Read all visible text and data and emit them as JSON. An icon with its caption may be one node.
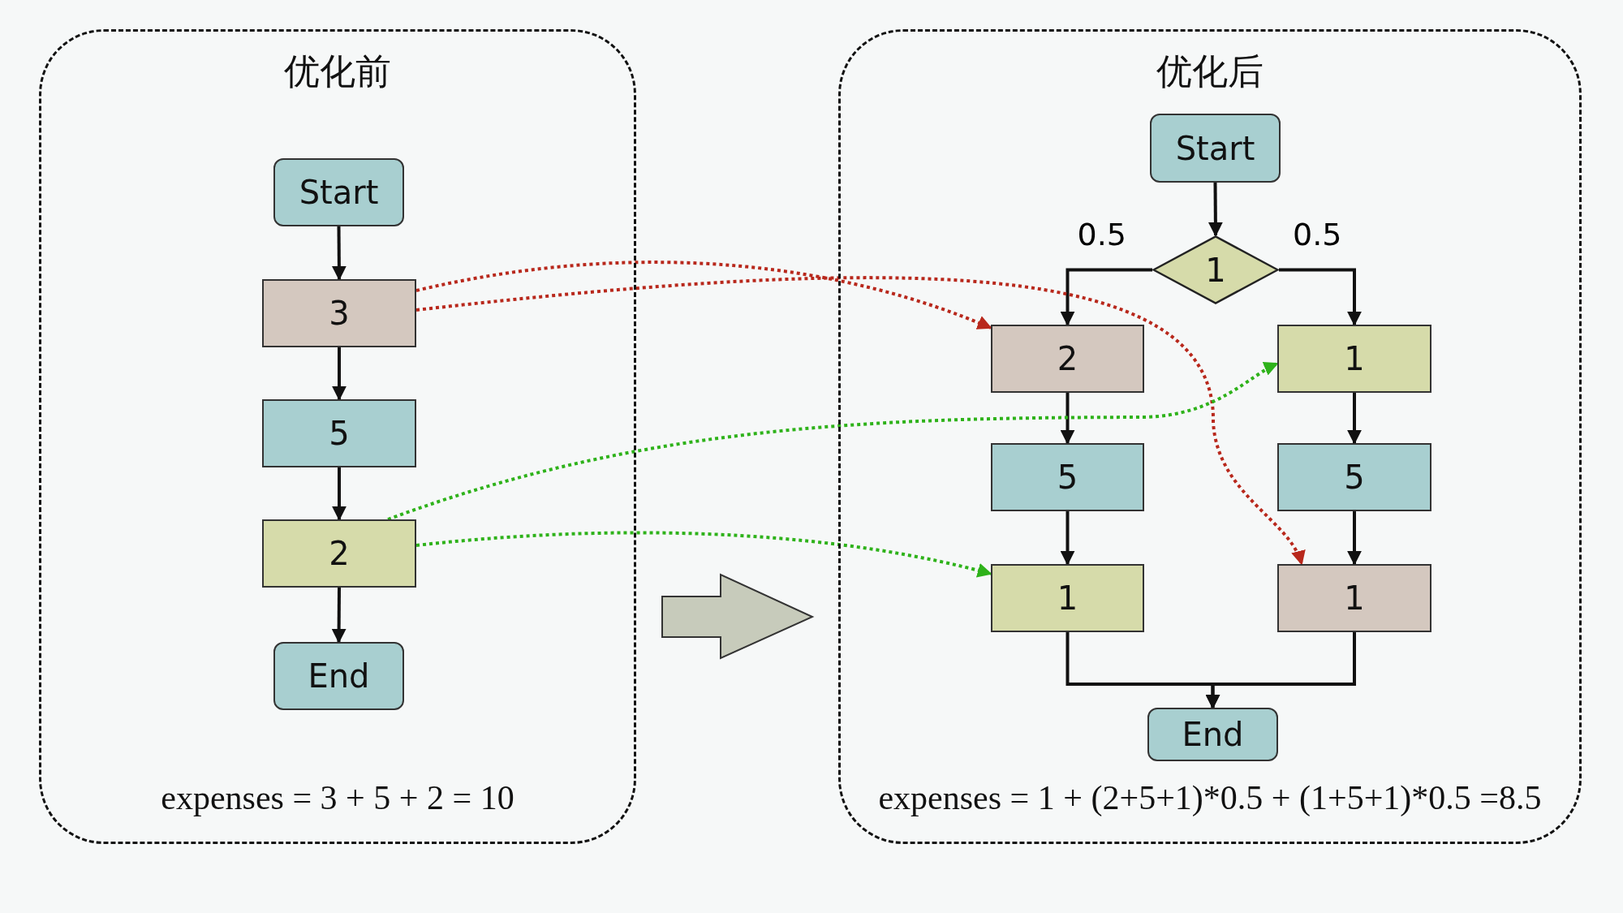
{
  "diagram": {
    "nodes": [
      {
        "text": [
          "优化前",
          "expenses = 3 + 5 + 2 = 10"
        ]
      },
      {
        "text": [
          "优化后",
          "expenses = 1 + (2+5+1)*0.5 + (1+5+1)*0.5 =8.5"
        ]
      },
      {
        "text": [
          "Start"
        ],
        "in": 0
      },
      {
        "text": [
          "3"
        ],
        "in": 0
      },
      {
        "text": [
          "5"
        ],
        "in": 0
      },
      {
        "text": [
          "2"
        ],
        "in": 0
      },
      {
        "text": [
          "End"
        ],
        "in": 0
      },
      {
        "text": [
          "Start"
        ],
        "in": 1
      },
      {
        "text": [
          "1"
        ],
        "in": 1
      },
      {
        "text": [
          "2"
        ],
        "in": 1
      },
      {
        "text": [
          "1"
        ],
        "in": 1
      },
      {
        "text": [
          "5"
        ],
        "in": 1
      },
      {
        "text": [
          "5"
        ],
        "in": 1
      },
      {
        "text": [
          "1"
        ],
        "in": 1
      },
      {
        "text": [
          "1"
        ],
        "in": 1
      },
      {
        "text": [
          "End"
        ],
        "in": 1
      }
    ],
    "edges": [
      {
        "from": 2,
        "to": 3,
        "arrow": "to"
      },
      {
        "from": 3,
        "to": 4,
        "arrow": "to"
      },
      {
        "from": 4,
        "to": 5,
        "arrow": "to"
      },
      {
        "from": 5,
        "to": 6,
        "arrow": "to"
      },
      {
        "from": 7,
        "to": 8,
        "arrow": "to"
      },
      {
        "from": 8,
        "to": 9,
        "arrow": "to",
        "label": "0.5"
      },
      {
        "from": 8,
        "to": 10,
        "arrow": "to",
        "label": "0.5"
      },
      {
        "from": 9,
        "to": 11,
        "arrow": "to"
      },
      {
        "from": 11,
        "to": 13,
        "arrow": "to"
      },
      {
        "from": 10,
        "to": 12,
        "arrow": "to"
      },
      {
        "from": 12,
        "to": 14,
        "arrow": "to"
      },
      {
        "from": 13,
        "to": 15,
        "arrow": "to"
      },
      {
        "from": 14,
        "to": 15,
        "arrow": "to"
      },
      {
        "from": 3,
        "to": 9,
        "arrow": "to",
        "style": "dashed",
        "color": "#b8281c"
      },
      {
        "from": 3,
        "to": 14,
        "arrow": "to",
        "style": "dashed",
        "color": "#b8281c"
      },
      {
        "from": 5,
        "to": 10,
        "arrow": "to",
        "style": "dashed",
        "color": "#2eb21a"
      },
      {
        "from": 5,
        "to": 13,
        "arrow": "to",
        "style": "dashed",
        "color": "#2eb21a"
      }
    ]
  }
}
